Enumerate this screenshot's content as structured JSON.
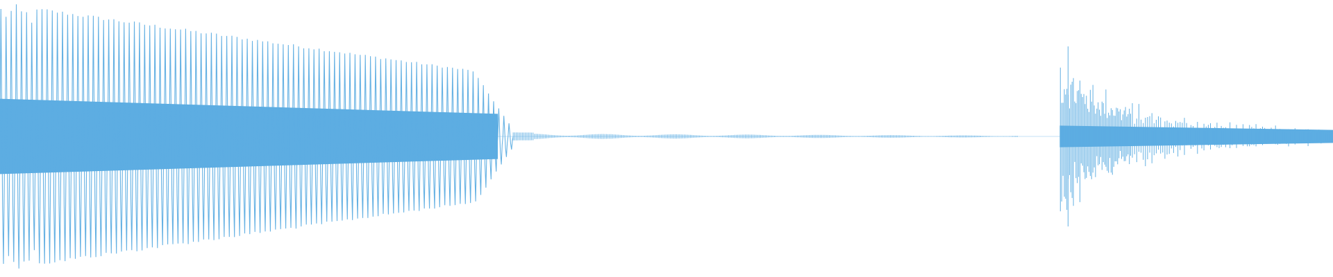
{
  "waveform": {
    "color": "#5dade2",
    "background": "#ffffff",
    "peak_amplitude": 0.97,
    "segments": [
      {
        "name": "segment-1",
        "kind": "sustained-decay",
        "start_fraction": 0.0,
        "end_fraction": 0.385,
        "attack_amplitude": 0.97,
        "sustain_end_amplitude": 0.48,
        "release_end_amplitude": 0.04,
        "cycles": 100
      },
      {
        "name": "segment-1-tail",
        "kind": "tail",
        "start_fraction": 0.385,
        "end_fraction": 0.765,
        "amplitude": 0.018
      },
      {
        "name": "segment-2",
        "kind": "percussive-decay",
        "start_fraction": 0.795,
        "end_fraction": 1.0,
        "attack_amplitude": 0.65,
        "end_amplitude": 0.06,
        "cycles": 42
      }
    ]
  }
}
